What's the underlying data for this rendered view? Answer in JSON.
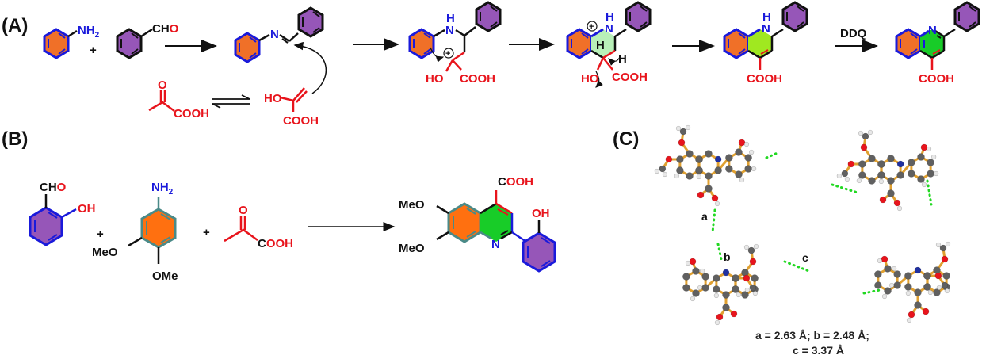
{
  "figure": {
    "panels": [
      {
        "id": "A",
        "label": "(A)"
      },
      {
        "id": "B",
        "label": "(B)"
      },
      {
        "id": "C",
        "label": "(C)"
      }
    ],
    "colors": {
      "orange_ring": "#f07028",
      "purple_ring": "#9656b8",
      "light_green_ring": "#b8f0b8",
      "lime_ring": "#a0e820",
      "green_ring": "#18cc28",
      "blue_bond": "#1a1adb",
      "red_atom": "#e8141c",
      "teal_bond": "#4a8a88",
      "hbond": "#22d822",
      "carbon_atom": "#606060",
      "bond_gold": "#e0a030"
    }
  },
  "panelA": {
    "aniline": {
      "group": "NH2",
      "group_main": "NH",
      "group_sub": "2"
    },
    "plus": "+",
    "benzaldehyde": {
      "group_c": "CH",
      "group_o": "O"
    },
    "imine": {
      "n": "N"
    },
    "pyruvic": {
      "o": "O",
      "cooh": "COOH"
    },
    "enol": {
      "ho": "HO",
      "cooh": "COOH"
    },
    "int1": {
      "nh_h": "H",
      "nh_n": "N",
      "charge": "+",
      "ho": "HO",
      "cooh": "COOH"
    },
    "int2": {
      "nh_h": "H",
      "nh_n": "N",
      "charge": "+",
      "h1": "H",
      "h2": "H",
      "ho": "HO",
      "cooh": "COOH"
    },
    "dihydro": {
      "nh_h": "H",
      "nh_n": "N",
      "cooh": "COOH"
    },
    "reagent": "DDQ",
    "product": {
      "n": "N",
      "cooh": "COOH"
    }
  },
  "panelB": {
    "salicylaldehyde": {
      "cho_c": "CH",
      "cho_o": "O",
      "oh": "OH"
    },
    "plus1": "+",
    "dimethoxyaniline": {
      "nh2_main": "NH",
      "nh2_sub": "2",
      "meo": "MeO",
      "ome": "OMe"
    },
    "plus2": "+",
    "pyruvic": {
      "o": "O",
      "cooh_c": "C",
      "cooh_rest": "OOH"
    },
    "product": {
      "cooh_c": "C",
      "cooh_rest": "OOH",
      "meo1": "MeO",
      "meo2": "MeO",
      "n": "N",
      "oh": "OH"
    }
  },
  "panelC": {
    "hbond_labels": [
      "a",
      "b",
      "c"
    ],
    "caption_line1": "a = 2.63 Å; b = 2.48 Å;",
    "caption_line2": "c = 3.37 Å",
    "distances": [
      {
        "label": "a",
        "value": 2.63,
        "unit": "Å"
      },
      {
        "label": "b",
        "value": 2.48,
        "unit": "Å"
      },
      {
        "label": "c",
        "value": 3.37,
        "unit": "Å"
      }
    ]
  }
}
